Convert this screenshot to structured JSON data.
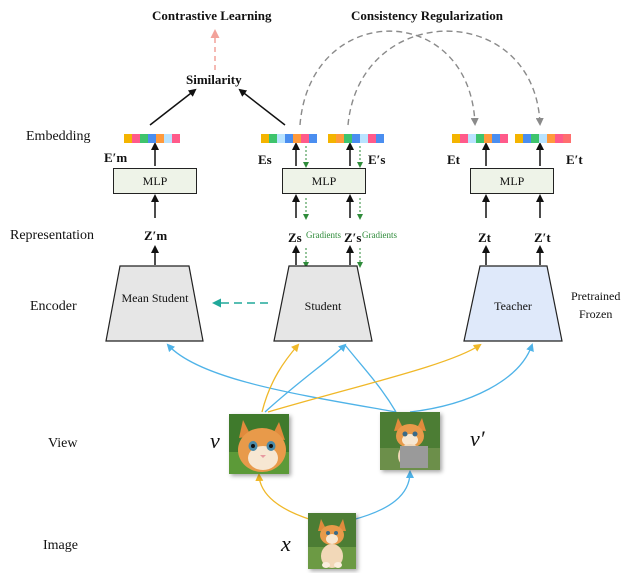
{
  "titles": {
    "contrastive": "Contrastive Learning",
    "consistency": "Consistency Regularization"
  },
  "similarity": "Similarity",
  "row_labels": {
    "embedding": "Embedding",
    "representation": "Representation",
    "encoder": "Encoder",
    "view": "View",
    "image": "Image"
  },
  "symbols": {
    "e_m": "E′m",
    "e_s": "Es",
    "e_s_prime": "E′s",
    "e_t": "Et",
    "e_t_prime": "E′t",
    "z_m": "Z′m",
    "z_s": "Zs",
    "z_s_prime": "Z′s",
    "z_t": "Zt",
    "z_t_prime": "Z′t"
  },
  "gradients": "Gradients",
  "mlp": "MLP",
  "encoders": {
    "mean_student": "Mean Student",
    "student": "Student",
    "teacher": "Teacher",
    "teacher_note_1": "Pretrained",
    "teacher_note_2": "Frozen"
  },
  "variables": {
    "v": "v",
    "v_prime": "v′",
    "x": "x"
  },
  "colors": {
    "blue_arrow": "#4fb3e8",
    "yellow_arrow": "#f0b828",
    "teal_dashed": "#20a89a",
    "green_gradient": "#2e8b3a",
    "pink_dashed": "#f2a29a",
    "gray_dashed": "#8a8a8a",
    "encoder_gray": "#e6e6e6",
    "teacher_blue": "#dfe9fa",
    "embed_palette": [
      "#f4b400",
      "#ff5a8a",
      "#3ec46d",
      "#4a8ef0",
      "#ff9a3c",
      "#b9e3ff",
      "#ff6e6e"
    ]
  }
}
